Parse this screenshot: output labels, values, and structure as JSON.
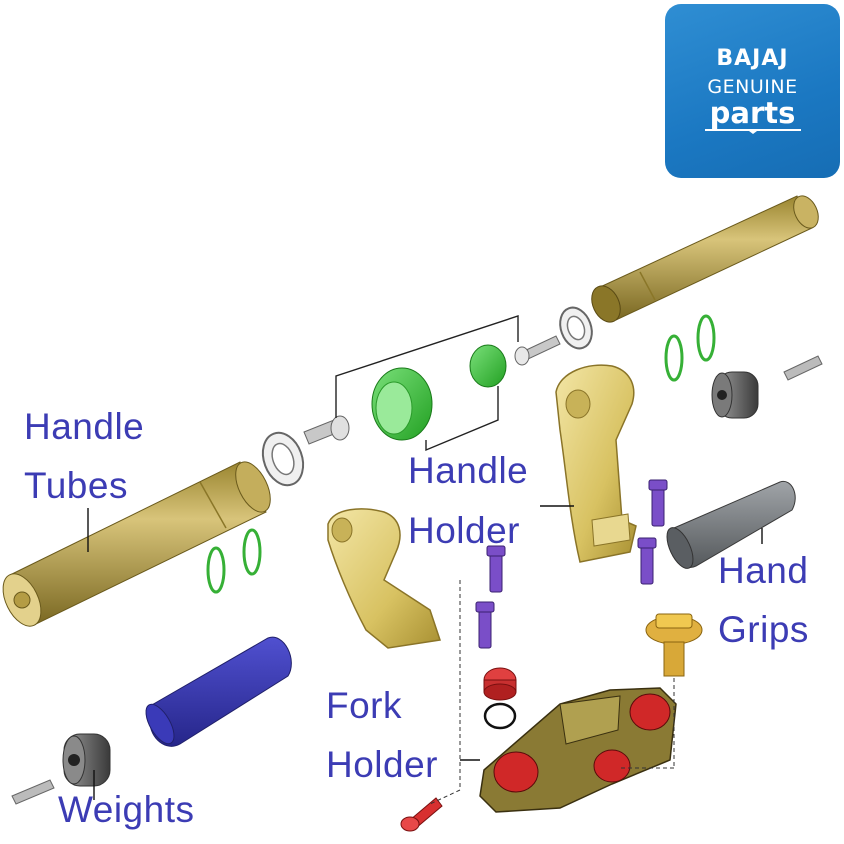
{
  "logo": {
    "brand": "BAJAJ",
    "line2": "GENUINE",
    "line3": "parts"
  },
  "labels": {
    "handle_tubes": [
      "Handle",
      "Tubes"
    ],
    "handle_holder": [
      "Handle",
      "Holder"
    ],
    "hand_grips": [
      "Hand",
      "Grips"
    ],
    "fork_holder": [
      "Fork",
      "Holder"
    ],
    "weights": "Weights"
  },
  "colors": {
    "label": "#3c3cb4",
    "gold": "#b8a04a",
    "green": "#3cbf3c",
    "purple": "#7a4ec8",
    "red": "#d02828",
    "grip_blue": "#3838b0",
    "grip_grey": "#707478",
    "logo_blue": "#1f7cc6"
  }
}
